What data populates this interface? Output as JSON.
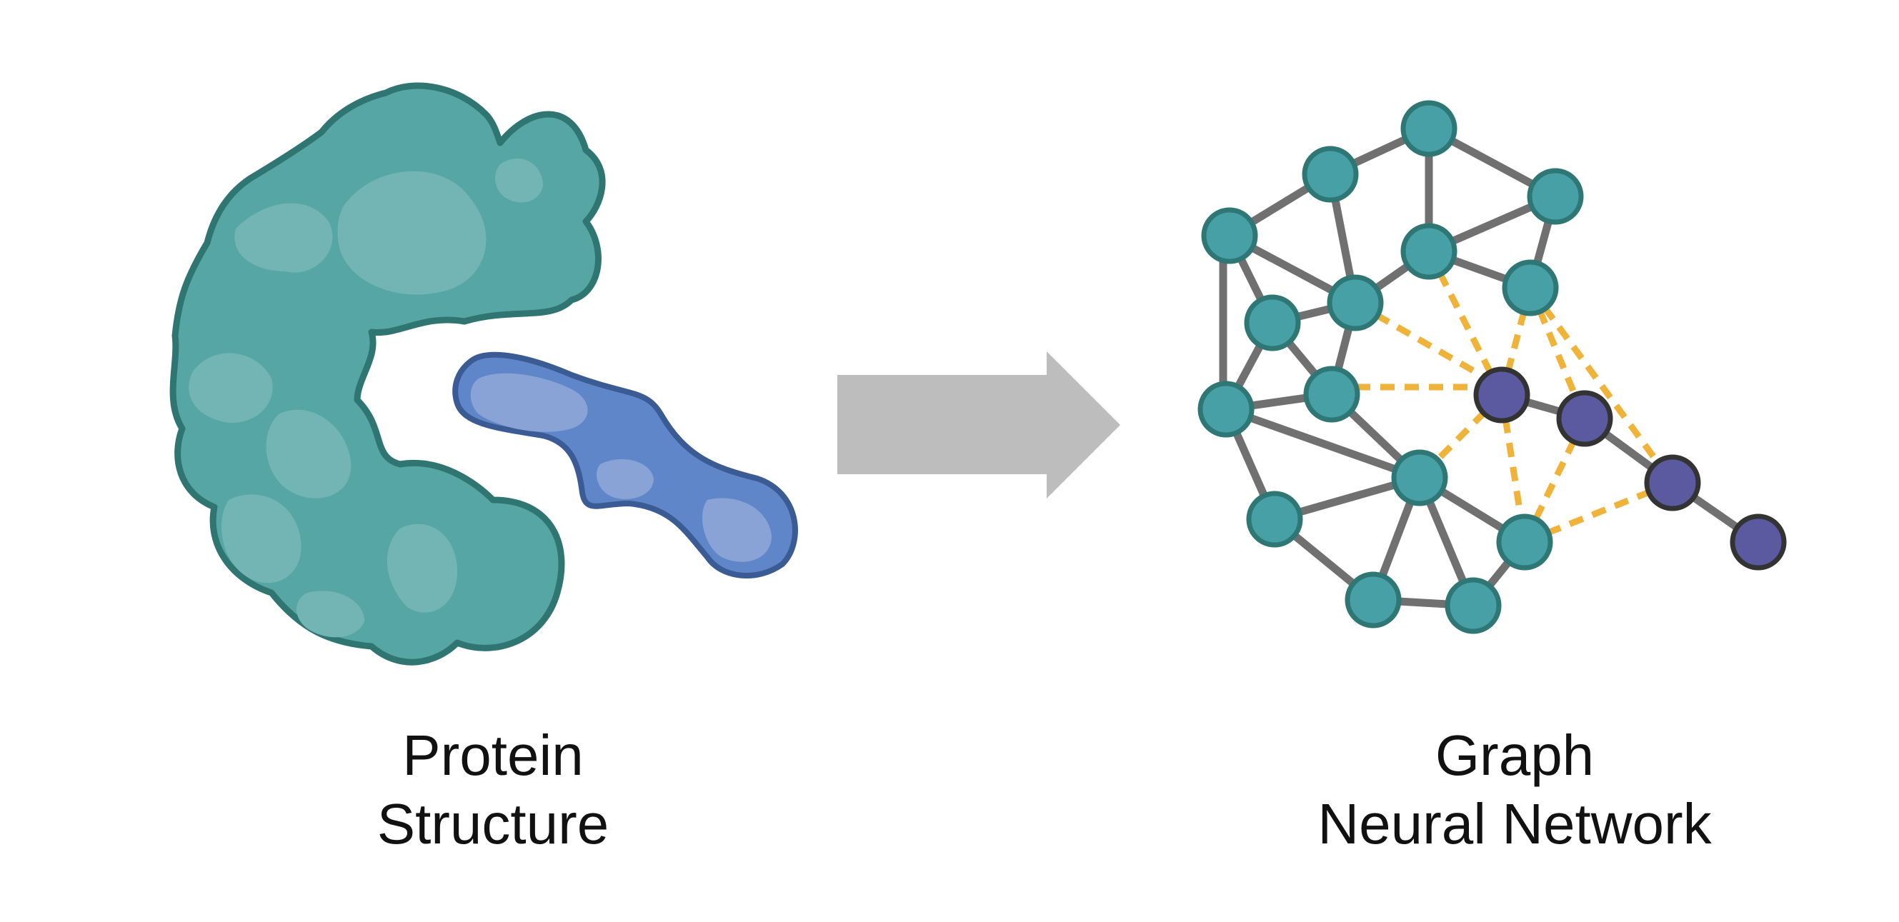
{
  "captions": {
    "left": {
      "line1": "Protein",
      "line2": "Structure"
    },
    "right": {
      "line1": "Graph",
      "line2": "Neural Network"
    }
  },
  "colors": {
    "protein_fill": "#57a6a6",
    "protein_highlight": "#73b5b5",
    "protein_stroke": "#2f7572",
    "ligand_fill": "#5f86c8",
    "ligand_highlight": "#8aa3d6",
    "ligand_stroke": "#3a5b94",
    "arrow": "#bdbdbd",
    "edge": "#707070",
    "dashed_edge": "#f0b33a",
    "node_teal": "#46a0a6",
    "node_teal_stroke": "#2e7775",
    "node_purple": "#5b5aa0",
    "node_purple_stroke": "#333333"
  },
  "icons": [
    "protein-blob-icon",
    "ligand-blob-icon",
    "right-arrow-icon",
    "graph-network-icon"
  ]
}
